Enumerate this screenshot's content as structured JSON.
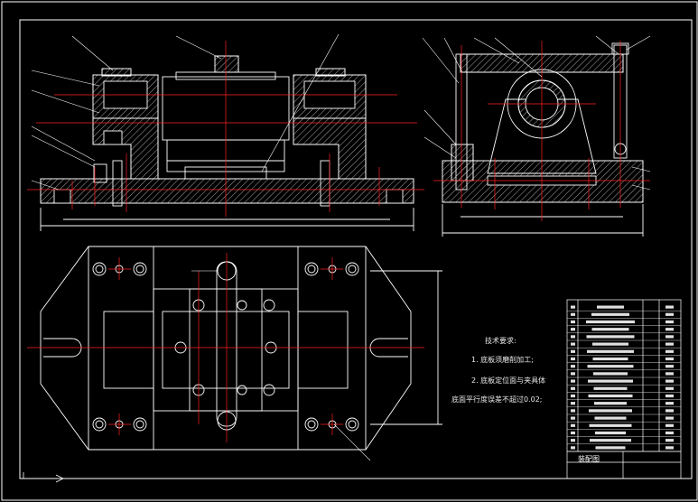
{
  "drawing": {
    "notes": {
      "heading": "技术要求:",
      "item1": "1. 底板须磨削加工;",
      "item2": "2. 底板定位面与夹具体",
      "item3": "底面平行度误差不超过0.02;"
    },
    "title_block": {
      "name": "装配图"
    },
    "colors": {
      "background": "#000000",
      "lines": "#ffffff",
      "center_lines": "#ff2020",
      "hatch": "#cfcfcf"
    }
  }
}
